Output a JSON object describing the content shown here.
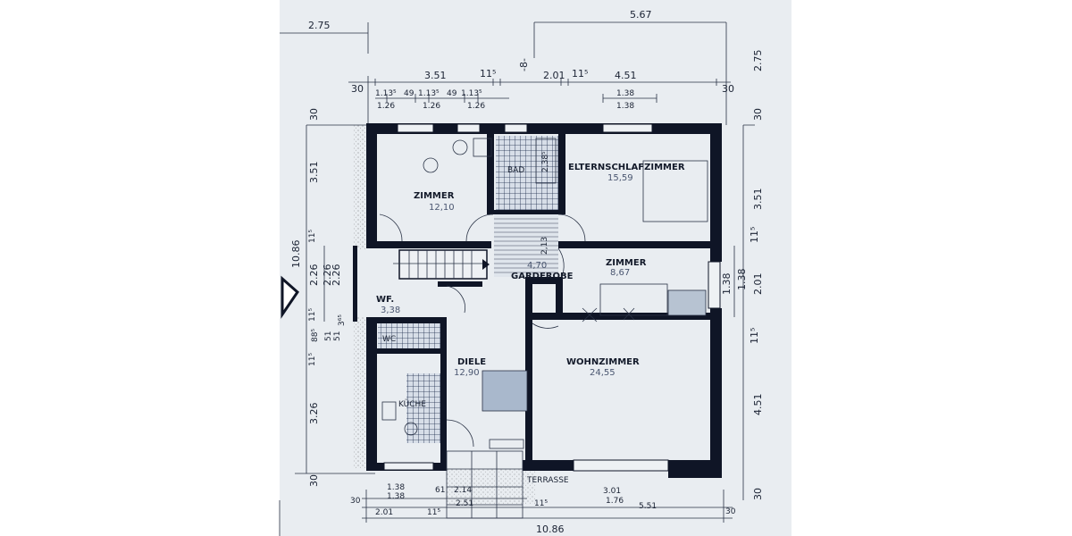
{
  "colors": {
    "paper": "#e9edf1",
    "wall": "#0f1526",
    "ink": "#1a2233"
  },
  "rooms": {
    "zimmer_nw": {
      "name": "ZIMMER",
      "area": "12,10"
    },
    "elternschlafzimmer": {
      "name": "ELTERNSCHLAFZIMMER",
      "area": "15,59"
    },
    "bad": {
      "name": "BAD",
      "area": "2,38⁵"
    },
    "garderobe": {
      "name": "GARDEROBE",
      "area": "4,70",
      "dim": "2,13"
    },
    "zimmer_e": {
      "name": "ZIMMER",
      "area": "8,67"
    },
    "wf": {
      "name": "WF.",
      "area": "3,38"
    },
    "wc": {
      "name": "WC"
    },
    "kueche": {
      "name": "KÜCHE"
    },
    "diele": {
      "name": "DIELE",
      "area": "12,90"
    },
    "wohnzimmer": {
      "name": "WOHNZIMMER",
      "area": "24,55"
    },
    "terrasse": {
      "name": "TERRASSE"
    }
  },
  "section_marker": "-8-",
  "dimensions": {
    "top": [
      "2.75",
      "5.67",
      "3.51",
      "11⁵",
      "2.01",
      "11⁵",
      "4.51",
      "30",
      "30",
      "1.13⁵",
      "49",
      "1.13⁵",
      "49",
      "1.13⁵",
      "1.26",
      "1.26",
      "1.26",
      "1.38",
      "1.38"
    ],
    "right": [
      "2.75",
      "30",
      "3.51",
      "11⁵",
      "1.38",
      "1.38",
      "2.01",
      "11⁵",
      "4.51",
      "30"
    ],
    "left": [
      "30",
      "3.51",
      "10.86",
      "11⁵",
      "2.26",
      "2.26",
      "2.26",
      "11⁵",
      "3⁶⁵",
      "88⁵",
      "51",
      "51",
      "11⁵",
      "3.26",
      "30"
    ],
    "bottom": [
      "1.38",
      "1.38",
      "61",
      "2.14",
      "2.51",
      "30",
      "2.01",
      "11⁵",
      "11⁵",
      "3.01",
      "1.76",
      "5.51",
      "30",
      "10.86"
    ]
  }
}
